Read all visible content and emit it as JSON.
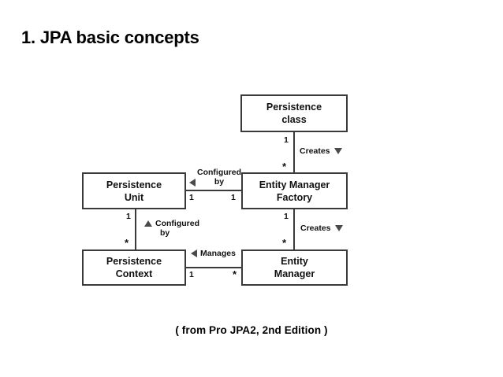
{
  "slide": {
    "title": "1. JPA basic concepts",
    "caption": "( from Pro JPA2, 2nd Edition )",
    "background": "#ffffff",
    "line_color": "#3a3a3a",
    "text_color": "#000000"
  },
  "diagram": {
    "type": "uml-class-diagram",
    "boxes": [
      {
        "id": "persistence-class",
        "line1": "Persistence",
        "line2": "class"
      },
      {
        "id": "persistence-unit",
        "line1": "Persistence",
        "line2": "Unit"
      },
      {
        "id": "entity-manager-factory",
        "line1": "Entity Manager",
        "line2": "Factory"
      },
      {
        "id": "persistence-context",
        "line1": "Persistence",
        "line2": "Context"
      },
      {
        "id": "entity-manager",
        "line1": "Entity",
        "line2": "Manager"
      }
    ],
    "relationships": [
      {
        "id": "creates-top",
        "from": "persistence-class",
        "to": "entity-manager-factory",
        "label": "Creates",
        "arrow": "down-triangle",
        "source_multiplicity": "1",
        "target_multiplicity": "*"
      },
      {
        "id": "configured-by-horizontal",
        "from": "entity-manager-factory",
        "to": "persistence-unit",
        "label_line1": "Configured",
        "label_line2": "by",
        "arrow": "left-triangle",
        "source_multiplicity": "1",
        "target_multiplicity": "1"
      },
      {
        "id": "configured-by-vertical",
        "from": "persistence-context",
        "to": "persistence-unit",
        "label_line1": "Configured",
        "label_line2": "by",
        "arrow": "up-triangle",
        "source_multiplicity": "1",
        "target_multiplicity": "*"
      },
      {
        "id": "creates-bottom",
        "from": "entity-manager-factory",
        "to": "entity-manager",
        "label": "Creates",
        "arrow": "down-triangle",
        "source_multiplicity": "1",
        "target_multiplicity": "*"
      },
      {
        "id": "manages",
        "from": "entity-manager",
        "to": "persistence-context",
        "label": "Manages",
        "arrow": "left-triangle",
        "source_multiplicity": "1",
        "target_multiplicity": "*"
      }
    ],
    "multiplicity_labels": {
      "pc_bottom": "1",
      "emf_top": "*",
      "pu_bottom": "1",
      "pctx_top": "*",
      "emf_bottom": "1",
      "em_top": "*",
      "pu_right": "1",
      "emf_left": "1",
      "pctx_right": "1",
      "em_left": "*"
    }
  }
}
